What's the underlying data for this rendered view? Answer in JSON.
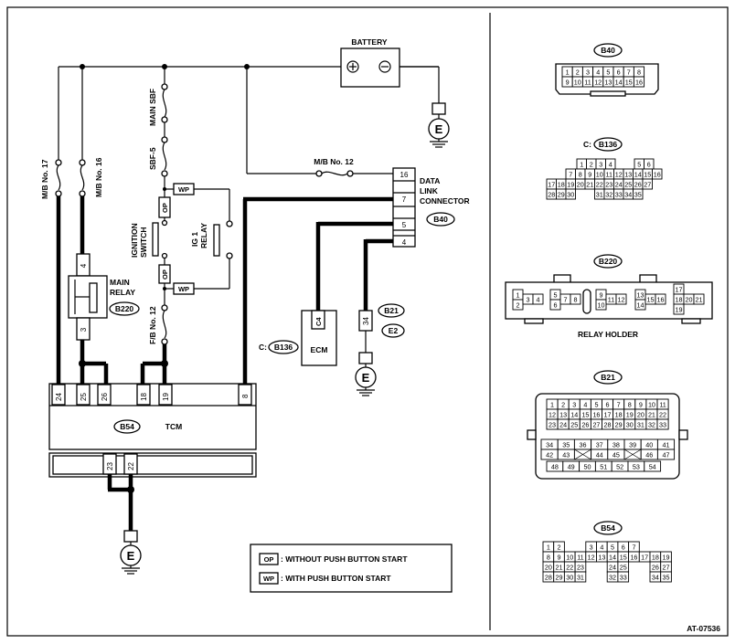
{
  "labels": {
    "battery": "BATTERY",
    "e": "E",
    "mb17": "M/B No. 17",
    "mb16": "M/B No. 16",
    "main_sbf": "MAIN SBF",
    "sbf5": "SBF-5",
    "mb12": "M/B No. 12",
    "ignition_switch_1": "IGNITION",
    "ignition_switch_2": "SWITCH",
    "ig1_relay_1": "IG 1",
    "ig1_relay_2": "RELAY",
    "fb12": "F/B No. 12",
    "main_relay_1": "MAIN",
    "main_relay_2": "RELAY",
    "op": "OP",
    "wp": "WP",
    "data_link_1": "DATA",
    "data_link_2": "LINK",
    "data_link_3": "CONNECTOR",
    "ecm": "ECM",
    "tcm": "TCM",
    "c_prefix": "C:",
    "c4": "C4",
    "relay_holder": "RELAY HOLDER",
    "figure_id": "AT-07536"
  },
  "tags": {
    "b40": "B40",
    "b136": "B136",
    "b220": "B220",
    "b21": "B21",
    "e2": "E2",
    "b54": "B54"
  },
  "pins": {
    "dlc_16": "16",
    "dlc_7": "7",
    "dlc_5": "5",
    "dlc_4": "4",
    "relay_4": "4",
    "relay_3": "3",
    "b21_34": "34",
    "tcm_24": "24",
    "tcm_25": "25",
    "tcm_26": "26",
    "tcm_18": "18",
    "tcm_19": "19",
    "tcm_8": "8",
    "tcm_23": "23",
    "tcm_22": "22"
  },
  "legend": {
    "op_text": ": WITHOUT PUSH BUTTON START",
    "wp_text": ": WITH PUSH BUTTON START"
  },
  "connectors": {
    "b40_rows": [
      [
        "1",
        "2",
        "3",
        "4",
        "5",
        "6",
        "7",
        "8"
      ],
      [
        "9",
        "10",
        "11",
        "12",
        "13",
        "14",
        "15",
        "16"
      ]
    ],
    "b136_rows": [
      [
        "",
        "",
        "1",
        "2",
        "3",
        "4",
        "",
        "5",
        "6"
      ],
      [
        "",
        "",
        "7",
        "8",
        "9",
        "10",
        "11",
        "12",
        "13",
        "14",
        "15",
        "16"
      ],
      [
        "17",
        "18",
        "19",
        "20",
        "21",
        "22",
        "23",
        "24",
        "25",
        "26",
        "27"
      ],
      [
        "28",
        "29",
        "30",
        "",
        "",
        "31",
        "32",
        "33",
        "34",
        "35"
      ]
    ],
    "b220_cells": [
      "1",
      "2",
      "3",
      "4",
      "5",
      "6",
      "7",
      "8",
      "9",
      "10",
      "11",
      "12",
      "13",
      "14",
      "15",
      "16",
      "17",
      "18",
      "20",
      "21",
      "19"
    ],
    "b21_rows": [
      [
        "1",
        "2",
        "3",
        "4",
        "5",
        "6",
        "7",
        "8",
        "9",
        "10",
        "11"
      ],
      [
        "12",
        "13",
        "14",
        "15",
        "16",
        "17",
        "18",
        "19",
        "20",
        "21",
        "22"
      ],
      [
        "23",
        "24",
        "25",
        "26",
        "27",
        "28",
        "29",
        "30",
        "31",
        "32",
        "33"
      ],
      [
        "34",
        "35",
        "36",
        "37",
        "38",
        "39",
        "40",
        "41"
      ],
      [
        "42",
        "43",
        "",
        "44",
        "45",
        "",
        "46",
        "47"
      ],
      [
        "48",
        "49",
        "50",
        "51",
        "52",
        "53",
        "54"
      ]
    ],
    "b54_rows": [
      [
        "1",
        "2",
        "",
        "",
        "3",
        "4",
        "5",
        "6",
        "7"
      ],
      [
        "8",
        "9",
        "10",
        "11",
        "12",
        "13",
        "14",
        "15",
        "16",
        "17",
        "18",
        "19"
      ],
      [
        "20",
        "21",
        "22",
        "23",
        "",
        "",
        "24",
        "25",
        "",
        "",
        "26",
        "27"
      ],
      [
        "28",
        "29",
        "30",
        "31",
        "",
        "",
        "32",
        "33",
        "",
        "",
        "34",
        "35"
      ]
    ]
  }
}
